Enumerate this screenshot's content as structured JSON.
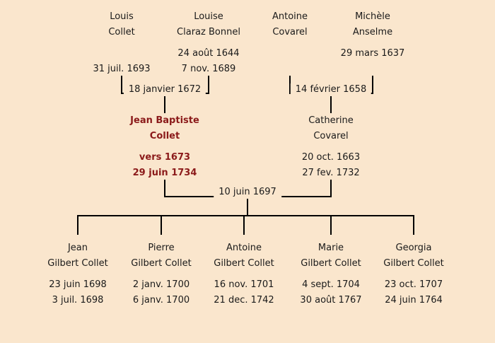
{
  "colors": {
    "background": "#FAE6CD",
    "line": "#000000",
    "text": "#1a1a1a",
    "highlight": "#8B1A1A"
  },
  "gen1": {
    "people": [
      {
        "name1": "Louis",
        "name2": "Collet",
        "date1": "",
        "date2": "31 juil. 1693"
      },
      {
        "name1": "Louise",
        "name2": "Claraz Bonnel",
        "date1": "24 août 1644",
        "date2": "7 nov. 1689"
      },
      {
        "name1": "Antoine",
        "name2": "Covarel",
        "date1": "",
        "date2": ""
      },
      {
        "name1": "Michèle",
        "name2": "Anselme",
        "date1": "29 mars 1637",
        "date2": ""
      }
    ],
    "marriage_left": "18 janvier 1672",
    "marriage_right": "14 février 1658"
  },
  "gen2": {
    "people": [
      {
        "name1": "Jean Baptiste",
        "name2": "Collet",
        "date1": "vers 1673",
        "date2": "29 juin 1734"
      },
      {
        "name1": "Catherine",
        "name2": "Covarel",
        "date1": "20 oct. 1663",
        "date2": "27 fev. 1732"
      }
    ],
    "marriage": "10 juin 1697"
  },
  "gen3": {
    "people": [
      {
        "name1": "Jean",
        "name2": "Gilbert Collet",
        "date1": "23 juin 1698",
        "date2": "3 juil. 1698"
      },
      {
        "name1": "Pierre",
        "name2": "Gilbert Collet",
        "date1": "2 janv. 1700",
        "date2": "6 janv. 1700"
      },
      {
        "name1": "Antoine",
        "name2": "Gilbert Collet",
        "date1": "16 nov. 1701",
        "date2": "21 dec. 1742"
      },
      {
        "name1": "Marie",
        "name2": "Gilbert Collet",
        "date1": "4 sept. 1704",
        "date2": "30 août 1767"
      },
      {
        "name1": "Georgia",
        "name2": "Gilbert Collet",
        "date1": "23 oct. 1707",
        "date2": "24 juin 1764"
      }
    ]
  }
}
